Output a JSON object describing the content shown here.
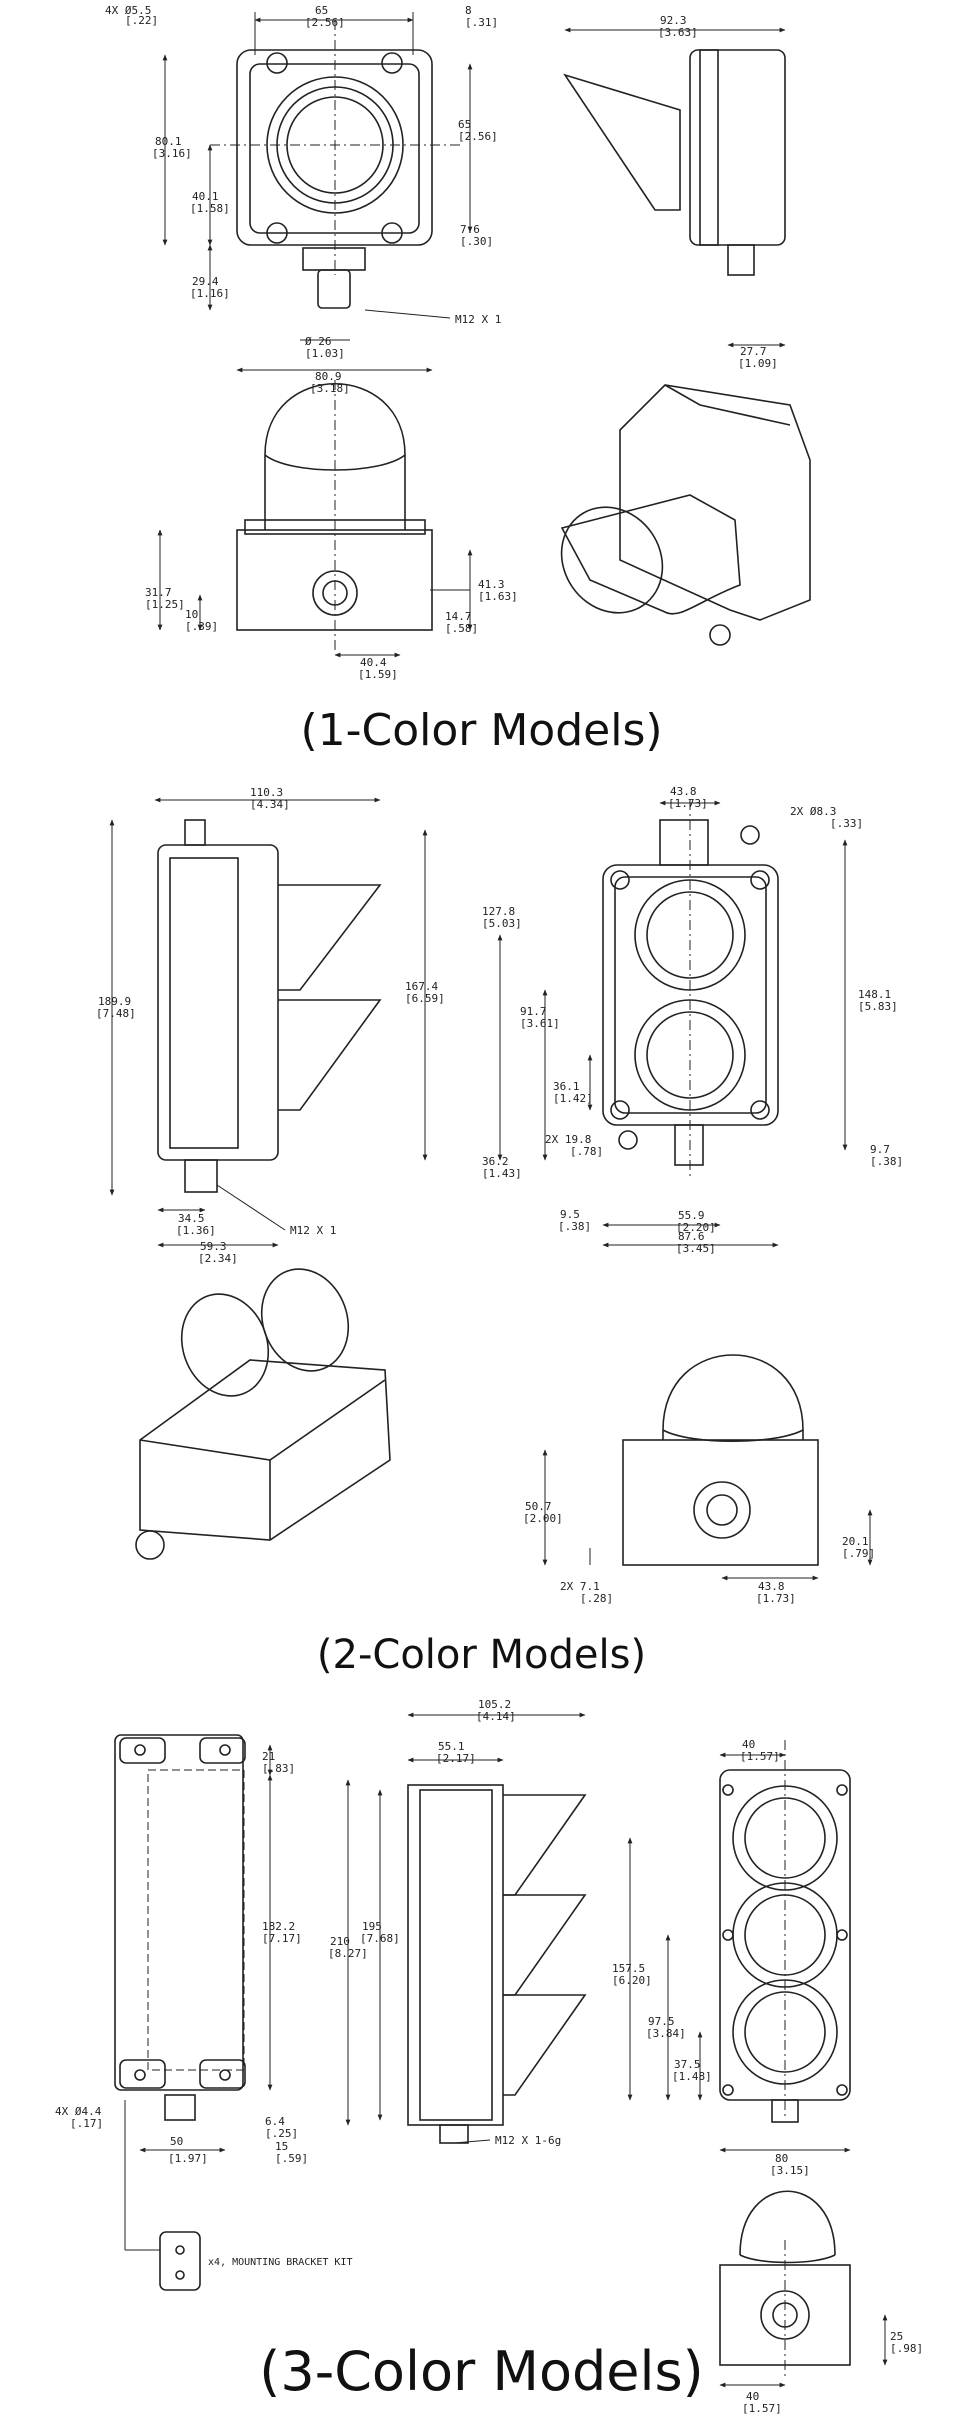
{
  "sections": {
    "one_color": {
      "caption": "(1-Color Models)",
      "dims": {
        "holes": "4X Ø5.5",
        "holes_in": "[.22]",
        "width_top": "65",
        "width_top_in": "[2.56]",
        "offset_top": "8",
        "offset_top_in": "[.31]",
        "height_total": "80.1",
        "height_total_in": "[3.16]",
        "height_half": "40.1",
        "height_half_in": "[1.58]",
        "height_holes": "65",
        "height_holes_in": "[2.56]",
        "hole_off": "7.6",
        "hole_off_in": "[.30]",
        "conn_drop": "29.4",
        "conn_drop_in": "[1.16]",
        "conn_dia": "Ø 26",
        "conn_dia_in": "[1.03]",
        "conn_label": "M12 X 1",
        "width_bottom": "80.9",
        "width_bottom_in": "[3.18]",
        "side_depth": "92.3",
        "side_depth_in": "[3.63]",
        "side_conn": "27.7",
        "side_conn_in": "[1.09]",
        "front_h1": "31.7",
        "front_h1_in": "[1.25]",
        "front_h2": "10",
        "front_h2_in": "[.39]",
        "front_h3": "41.3",
        "front_h3_in": "[1.63]",
        "front_h4": "14.7",
        "front_h4_in": "[.58]",
        "front_w": "40.4",
        "front_w_in": "[1.59]"
      }
    },
    "two_color": {
      "caption": "(2-Color Models)",
      "dims": {
        "side_top": "110.3",
        "side_top_in": "[4.34]",
        "side_total": "189.9",
        "side_total_in": "[7.48]",
        "side_hood": "167.4",
        "side_hood_in": "[6.59]",
        "side_conn": "34.5",
        "side_conn_in": "[1.36]",
        "side_base": "59.3",
        "side_base_in": "[2.34]",
        "conn_label": "M12 X 1",
        "front_top": "43.8",
        "front_top_in": "[1.73]",
        "front_holes": "2X Ø8.3",
        "front_holes_in": "[.33]",
        "front_127": "127.8",
        "front_127_in": "[5.03]",
        "front_91": "91.7",
        "front_91_in": "[3.61]",
        "front_36": "36.1",
        "front_36_in": "[1.42]",
        "front_2x": "2X 19.8",
        "front_2x_in": "[.78]",
        "front_362": "36.2",
        "front_362_in": "[1.43]",
        "front_148": "148.1",
        "front_148_in": "[5.83]",
        "front_97": "9.7",
        "front_97_in": "[.38]",
        "front_95": "9.5",
        "front_95_in": "[.38]",
        "front_559": "55.9",
        "front_559_in": "[2.20]",
        "front_876": "87.6",
        "front_876_in": "[3.45]",
        "bottom_h": "50.7",
        "bottom_h_in": "[2.00]",
        "bottom_201": "20.1",
        "bottom_201_in": "[.79]",
        "bottom_2x": "2X 7.1",
        "bottom_2x_in": "[.28]",
        "bottom_438": "43.8",
        "bottom_438_in": "[1.73]"
      }
    },
    "three_color": {
      "caption": "(3-Color Models)",
      "dims": {
        "back_21": "21",
        "back_21_in": "[.83]",
        "back_182": "182.2",
        "back_182_in": "[7.17]",
        "back_holes": "4X Ø4.4",
        "back_holes_in": "[.17]",
        "back_64": "6.4",
        "back_64_in": "[.25]",
        "back_50": "50",
        "back_50_in": "[1.97]",
        "back_15": "15",
        "back_15_in": "[.59]",
        "bracket_label": "x4, MOUNTING BRACKET KIT",
        "side_1052": "105.2",
        "side_1052_in": "[4.14]",
        "side_551": "55.1",
        "side_551_in": "[2.17]",
        "side_210": "210",
        "side_210_in": "[8.27]",
        "side_195": "195",
        "side_195_in": "[7.68]",
        "conn_label": "M12 X 1-6g",
        "front_40": "40",
        "front_40_in": "[1.57]",
        "front_1575": "157.5",
        "front_1575_in": "[6.20]",
        "front_975": "97.5",
        "front_975_in": "[3.84]",
        "front_375": "37.5",
        "front_375_in": "[1.48]",
        "front_80": "80",
        "front_80_in": "[3.15]",
        "bottom_25": "25",
        "bottom_25_in": "[.98]",
        "bottom_40": "40",
        "bottom_40_in": "[1.57]"
      }
    }
  }
}
